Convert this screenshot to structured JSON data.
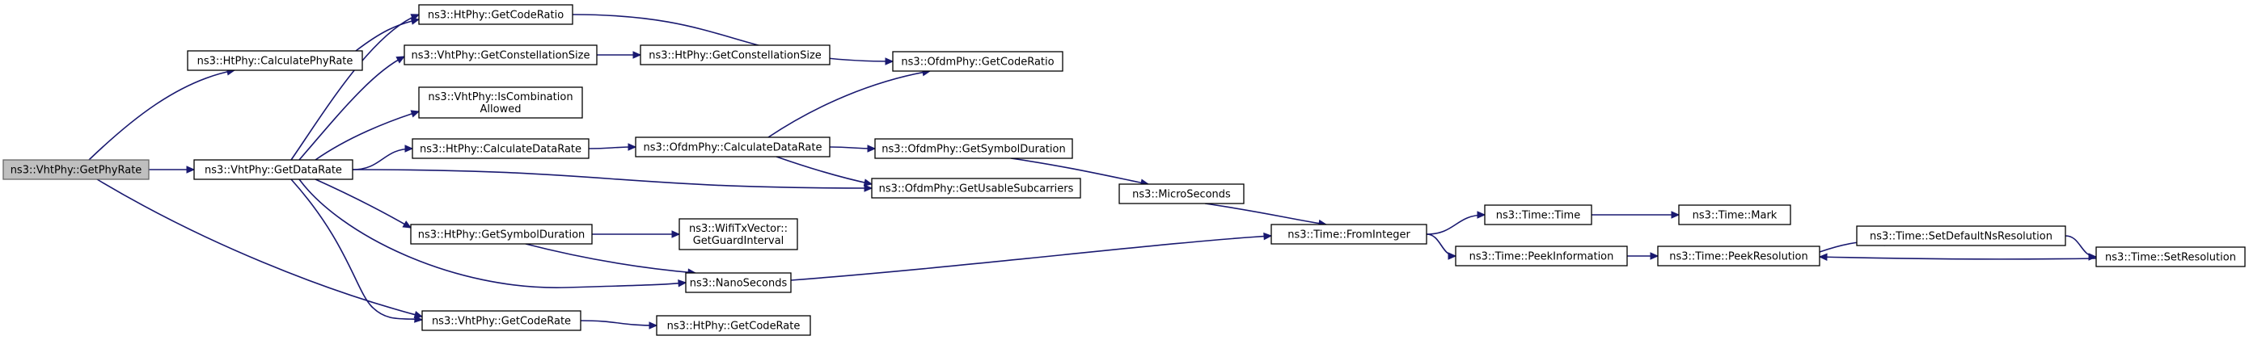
{
  "graph": {
    "edge_color": "#191970",
    "root_fill": "#bfbfbf",
    "nodes": [
      {
        "id": "getphyrate",
        "lines": [
          "ns3::VhtPhy::GetPhyRate"
        ],
        "root": true
      },
      {
        "id": "calcphyrate",
        "lines": [
          "ns3::HtPhy::CalculatePhyRate"
        ]
      },
      {
        "id": "getdatarate",
        "lines": [
          "ns3::VhtPhy::GetDataRate"
        ]
      },
      {
        "id": "ht_getcoderatio",
        "lines": [
          "ns3::HtPhy::GetCodeRatio"
        ]
      },
      {
        "id": "ofdm_getcoderatio",
        "lines": [
          "ns3::OfdmPhy::GetCodeRatio"
        ]
      },
      {
        "id": "vht_getconst",
        "lines": [
          "ns3::VhtPhy::GetConstellationSize"
        ]
      },
      {
        "id": "ht_getconst",
        "lines": [
          "ns3::HtPhy::GetConstellationSize"
        ]
      },
      {
        "id": "vht_iscomb",
        "lines": [
          "ns3::VhtPhy::IsCombination",
          "Allowed"
        ]
      },
      {
        "id": "ht_calcdatarate",
        "lines": [
          "ns3::HtPhy::CalculateDataRate"
        ]
      },
      {
        "id": "ofdm_calcdatarate",
        "lines": [
          "ns3::OfdmPhy::CalculateDataRate"
        ]
      },
      {
        "id": "ofdm_getsymdur",
        "lines": [
          "ns3::OfdmPhy::GetSymbolDuration"
        ]
      },
      {
        "id": "ofdm_getusable",
        "lines": [
          "ns3::OfdmPhy::GetUsableSubcarriers"
        ]
      },
      {
        "id": "microseconds",
        "lines": [
          "ns3::MicroSeconds"
        ]
      },
      {
        "id": "ht_getsymdur",
        "lines": [
          "ns3::HtPhy::GetSymbolDuration"
        ]
      },
      {
        "id": "wifi_getguard",
        "lines": [
          "ns3::WifiTxVector::",
          "GetGuardInterval"
        ]
      },
      {
        "id": "nanoseconds",
        "lines": [
          "ns3::NanoSeconds"
        ]
      },
      {
        "id": "time_frominteger",
        "lines": [
          "ns3::Time::FromInteger"
        ]
      },
      {
        "id": "time_time",
        "lines": [
          "ns3::Time::Time"
        ]
      },
      {
        "id": "time_mark",
        "lines": [
          "ns3::Time::Mark"
        ]
      },
      {
        "id": "time_peekinfo",
        "lines": [
          "ns3::Time::PeekInformation"
        ]
      },
      {
        "id": "time_peekres",
        "lines": [
          "ns3::Time::PeekResolution"
        ]
      },
      {
        "id": "time_setdefault",
        "lines": [
          "ns3::Time::SetDefaultNsResolution"
        ]
      },
      {
        "id": "time_setres",
        "lines": [
          "ns3::Time::SetResolution"
        ]
      },
      {
        "id": "vht_getcoderate",
        "lines": [
          "ns3::VhtPhy::GetCodeRate"
        ]
      },
      {
        "id": "ht_getcoderate",
        "lines": [
          "ns3::HtPhy::GetCodeRate"
        ]
      }
    ],
    "edges": [
      [
        "getphyrate",
        "calcphyrate"
      ],
      [
        "getphyrate",
        "getdatarate"
      ],
      [
        "getphyrate",
        "vht_getcoderate"
      ],
      [
        "calcphyrate",
        "ht_getcoderatio"
      ],
      [
        "ht_getcoderatio",
        "ofdm_getcoderatio"
      ],
      [
        "getdatarate",
        "ht_getcoderatio"
      ],
      [
        "getdatarate",
        "vht_getconst"
      ],
      [
        "getdatarate",
        "vht_iscomb"
      ],
      [
        "getdatarate",
        "ht_calcdatarate"
      ],
      [
        "getdatarate",
        "ofdm_getusable"
      ],
      [
        "getdatarate",
        "ht_getsymdur"
      ],
      [
        "getdatarate",
        "nanoseconds"
      ],
      [
        "getdatarate",
        "vht_getcoderate"
      ],
      [
        "vht_getconst",
        "ht_getconst"
      ],
      [
        "ht_calcdatarate",
        "ofdm_calcdatarate"
      ],
      [
        "ofdm_calcdatarate",
        "ofdm_getcoderatio"
      ],
      [
        "ofdm_calcdatarate",
        "ofdm_getsymdur"
      ],
      [
        "ofdm_calcdatarate",
        "ofdm_getusable"
      ],
      [
        "ofdm_getsymdur",
        "microseconds"
      ],
      [
        "microseconds",
        "time_frominteger"
      ],
      [
        "ht_getsymdur",
        "wifi_getguard"
      ],
      [
        "ht_getsymdur",
        "nanoseconds"
      ],
      [
        "nanoseconds",
        "time_frominteger"
      ],
      [
        "time_frominteger",
        "time_time"
      ],
      [
        "time_frominteger",
        "time_peekinfo"
      ],
      [
        "time_time",
        "time_mark"
      ],
      [
        "time_peekinfo",
        "time_peekres"
      ],
      [
        "time_peekres",
        "time_setdefault"
      ],
      [
        "time_setdefault",
        "time_setres"
      ],
      [
        "time_setres",
        "time_peekres"
      ],
      [
        "vht_getcoderate",
        "ht_getcoderate"
      ]
    ]
  }
}
